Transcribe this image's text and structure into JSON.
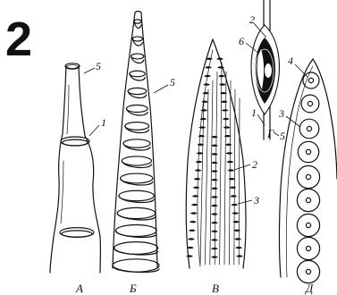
{
  "figure_number": "2",
  "panels": [
    {
      "id": "A",
      "label": "А"
    },
    {
      "id": "B",
      "label": "Б"
    },
    {
      "id": "V",
      "label": "В"
    },
    {
      "id": "G",
      "label": "Г"
    },
    {
      "id": "D",
      "label": "Д"
    }
  ],
  "callouts": [
    {
      "panel": "A",
      "number": "5"
    },
    {
      "panel": "A",
      "number": "1"
    },
    {
      "panel": "B",
      "number": "5"
    },
    {
      "panel": "V",
      "number": "2"
    },
    {
      "panel": "V",
      "number": "3"
    },
    {
      "panel": "G",
      "number": "2"
    },
    {
      "panel": "G",
      "number": "6"
    },
    {
      "panel": "G",
      "number": "1"
    },
    {
      "panel": "G",
      "number": "5"
    },
    {
      "panel": "D",
      "number": "4"
    },
    {
      "panel": "D",
      "number": "3"
    }
  ]
}
